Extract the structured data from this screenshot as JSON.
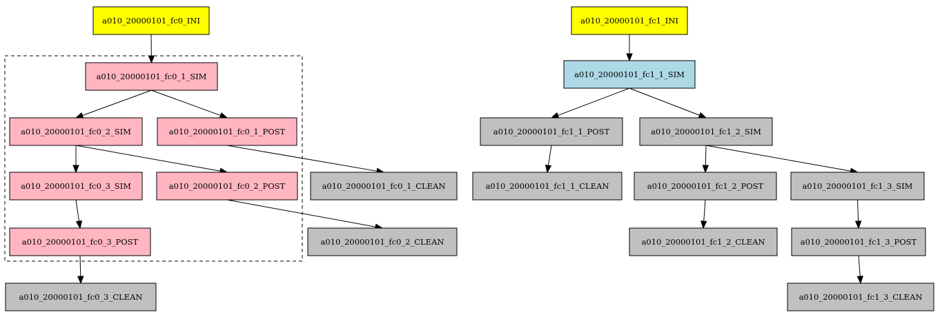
{
  "palette": {
    "init": "#ffff00",
    "active": "#add8e6",
    "running": "#ffb6c1",
    "waiting": "#c0c0c0",
    "stroke": "#000000"
  },
  "graph": {
    "nodes": [
      {
        "id": "fc0_ini",
        "label": "a010_20000101_fc0_INI",
        "state": "init"
      },
      {
        "id": "fc0_1_sim",
        "label": "a010_20000101_fc0_1_SIM",
        "state": "running"
      },
      {
        "id": "fc0_2_sim",
        "label": "a010_20000101_fc0_2_SIM",
        "state": "running"
      },
      {
        "id": "fc0_1_post",
        "label": "a010_20000101_fc0_1_POST",
        "state": "running"
      },
      {
        "id": "fc0_3_sim",
        "label": "a010_20000101_fc0_3_SIM",
        "state": "running"
      },
      {
        "id": "fc0_2_post",
        "label": "a010_20000101_fc0_2_POST",
        "state": "running"
      },
      {
        "id": "fc0_1_clean",
        "label": "a010_20000101_fc0_1_CLEAN",
        "state": "waiting"
      },
      {
        "id": "fc0_3_post",
        "label": "a010_20000101_fc0_3_POST",
        "state": "running"
      },
      {
        "id": "fc0_2_clean",
        "label": "a010_20000101_fc0_2_CLEAN",
        "state": "waiting"
      },
      {
        "id": "fc0_3_clean",
        "label": "a010_20000101_fc0_3_CLEAN",
        "state": "waiting"
      },
      {
        "id": "fc1_ini",
        "label": "a010_20000101_fc1_INI",
        "state": "init"
      },
      {
        "id": "fc1_1_sim",
        "label": "a010_20000101_fc1_1_SIM",
        "state": "active"
      },
      {
        "id": "fc1_1_post",
        "label": "a010_20000101_fc1_1_POST",
        "state": "waiting"
      },
      {
        "id": "fc1_2_sim",
        "label": "a010_20000101_fc1_2_SIM",
        "state": "waiting"
      },
      {
        "id": "fc1_1_clean",
        "label": "a010_20000101_fc1_1_CLEAN",
        "state": "waiting"
      },
      {
        "id": "fc1_2_post",
        "label": "a010_20000101_fc1_2_POST",
        "state": "waiting"
      },
      {
        "id": "fc1_3_sim",
        "label": "a010_20000101_fc1_3_SIM",
        "state": "waiting"
      },
      {
        "id": "fc1_2_clean",
        "label": "a010_20000101_fc1_2_CLEAN",
        "state": "waiting"
      },
      {
        "id": "fc1_3_post",
        "label": "a010_20000101_fc1_3_POST",
        "state": "waiting"
      },
      {
        "id": "fc1_3_clean",
        "label": "a010_20000101_fc1_3_CLEAN",
        "state": "waiting"
      }
    ],
    "edges": [
      {
        "from": "fc0_ini",
        "to": "fc0_1_sim"
      },
      {
        "from": "fc0_1_sim",
        "to": "fc0_2_sim"
      },
      {
        "from": "fc0_1_sim",
        "to": "fc0_1_post"
      },
      {
        "from": "fc0_2_sim",
        "to": "fc0_3_sim"
      },
      {
        "from": "fc0_2_sim",
        "to": "fc0_2_post"
      },
      {
        "from": "fc0_1_post",
        "to": "fc0_1_clean"
      },
      {
        "from": "fc0_3_sim",
        "to": "fc0_3_post"
      },
      {
        "from": "fc0_2_post",
        "to": "fc0_2_clean"
      },
      {
        "from": "fc0_3_post",
        "to": "fc0_3_clean"
      },
      {
        "from": "fc1_ini",
        "to": "fc1_1_sim"
      },
      {
        "from": "fc1_1_sim",
        "to": "fc1_1_post"
      },
      {
        "from": "fc1_1_sim",
        "to": "fc1_2_sim"
      },
      {
        "from": "fc1_1_post",
        "to": "fc1_1_clean"
      },
      {
        "from": "fc1_2_sim",
        "to": "fc1_2_post"
      },
      {
        "from": "fc1_2_sim",
        "to": "fc1_3_sim"
      },
      {
        "from": "fc1_2_post",
        "to": "fc1_2_clean"
      },
      {
        "from": "fc1_3_sim",
        "to": "fc1_3_post"
      },
      {
        "from": "fc1_3_post",
        "to": "fc1_3_clean"
      }
    ],
    "clusters": [
      {
        "id": "fc0-running-group",
        "members": [
          "fc0_1_sim",
          "fc0_2_sim",
          "fc0_1_post",
          "fc0_3_sim",
          "fc0_2_post",
          "fc0_3_post"
        ]
      }
    ]
  }
}
